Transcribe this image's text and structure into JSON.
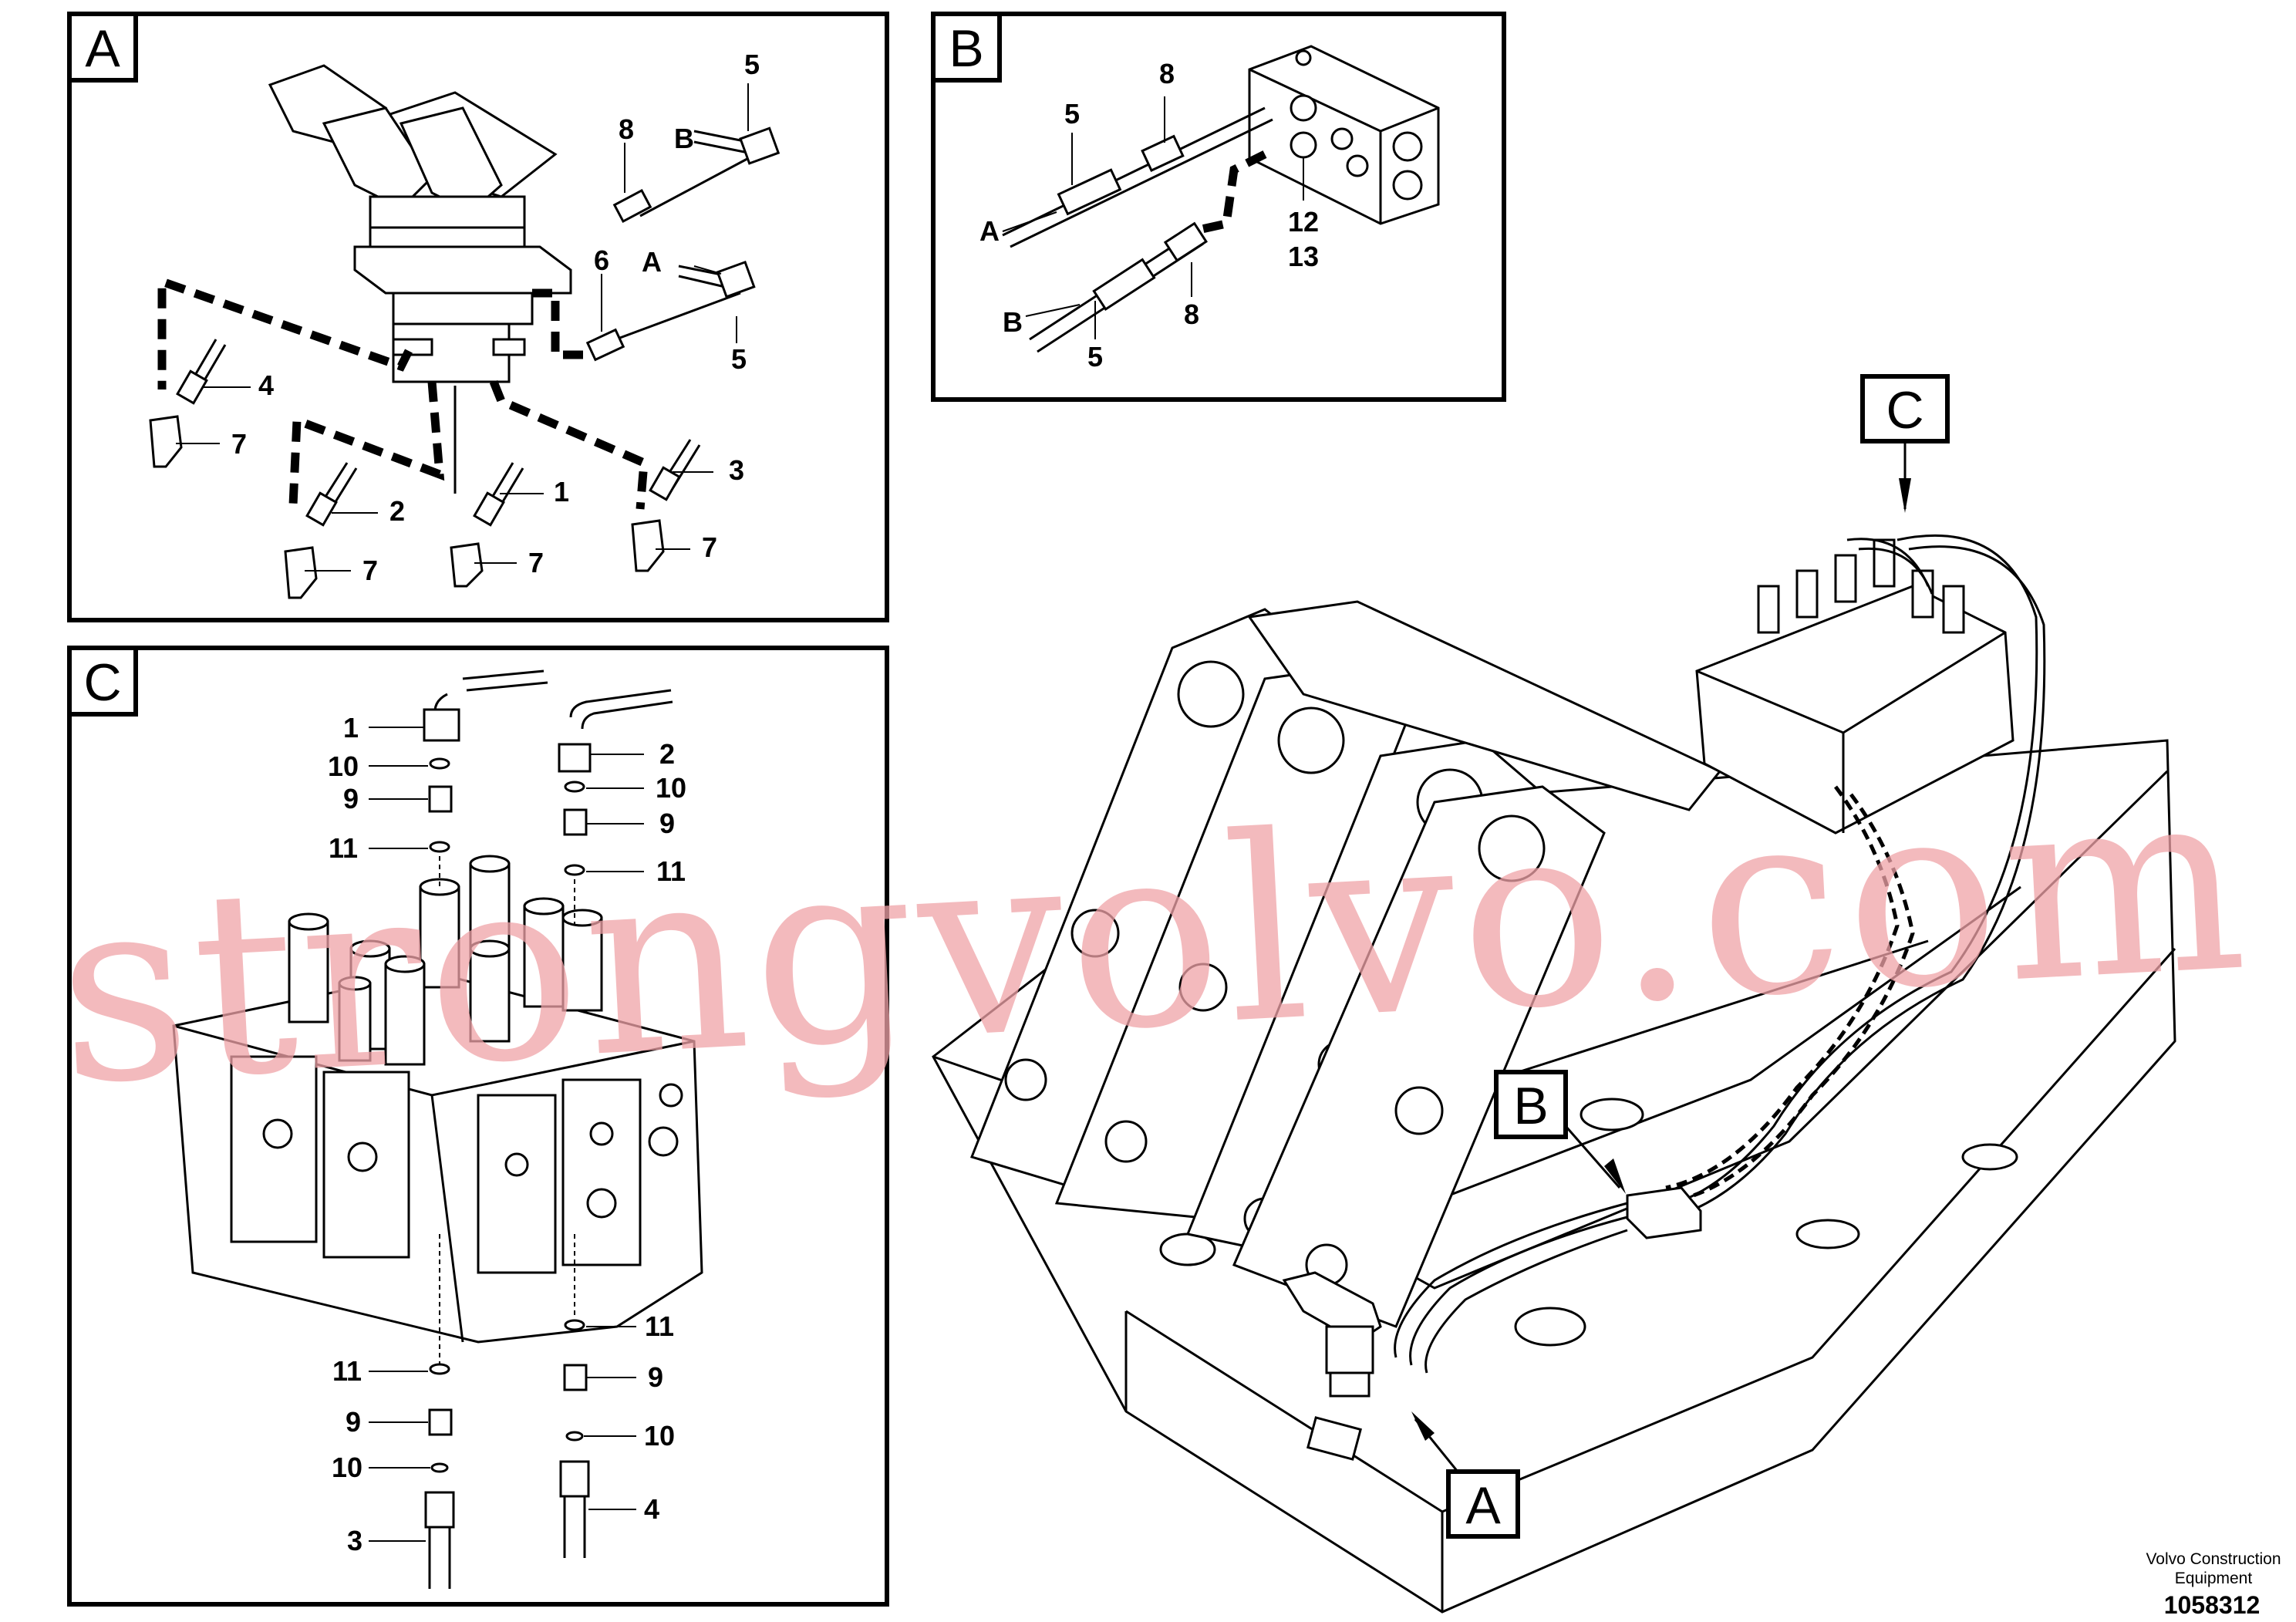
{
  "panels": {
    "A": {
      "letter": "A",
      "callouts": [
        "5",
        "B",
        "8",
        "6",
        "A",
        "5",
        "4",
        "7",
        "2",
        "7",
        "1",
        "7",
        "3",
        "7"
      ]
    },
    "B": {
      "letter": "B",
      "callouts": [
        "8",
        "5",
        "A",
        "12",
        "13",
        "B",
        "5",
        "8"
      ]
    },
    "C": {
      "letter": "C",
      "callouts": [
        "1",
        "10",
        "9",
        "11",
        "2",
        "10",
        "9",
        "11",
        "11",
        "9",
        "10",
        "4",
        "11",
        "9",
        "10",
        "3"
      ]
    }
  },
  "overview_markers": [
    "C",
    "B",
    "A"
  ],
  "watermark": "strongvolvo.com",
  "footer": {
    "company_line1": "Volvo Construction",
    "company_line2": "Equipment",
    "part_number": "1058312"
  }
}
